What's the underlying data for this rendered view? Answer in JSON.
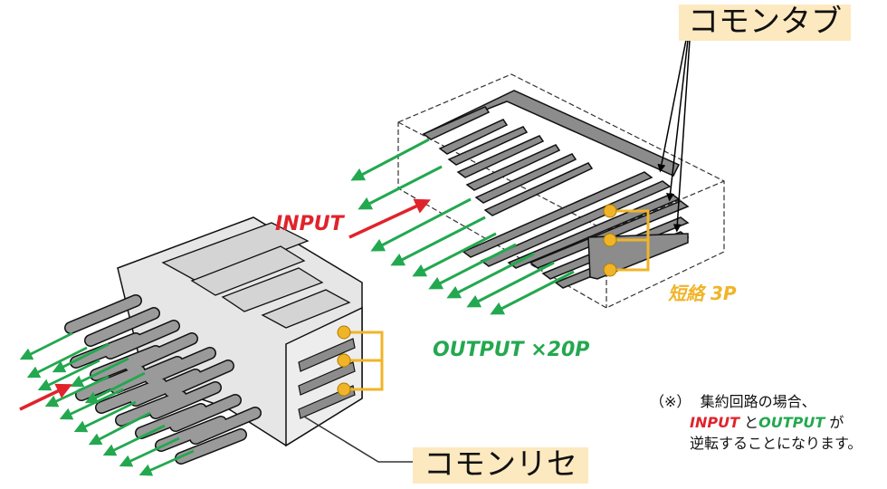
{
  "labels": {
    "common_tab": "コモンタブ",
    "common_receptacle": "コモンリセ",
    "input": "INPUT",
    "output": "OUTPUT ×20P",
    "short_circuit": "短絡 3P"
  },
  "note": {
    "marker": "（※）",
    "line1": "集約回路の場合、",
    "input_word": "INPUT",
    "and_word": "と",
    "output_word": "OUTPUT",
    "ga_word": "が",
    "line3": "逆転することになります。"
  },
  "colors": {
    "input_arrow": "#e0232b",
    "output_arrow": "#23a84f",
    "short_bracket": "#f0b428",
    "label_fill": "#fde9c0",
    "bar_fill": "#8c8c8c"
  }
}
